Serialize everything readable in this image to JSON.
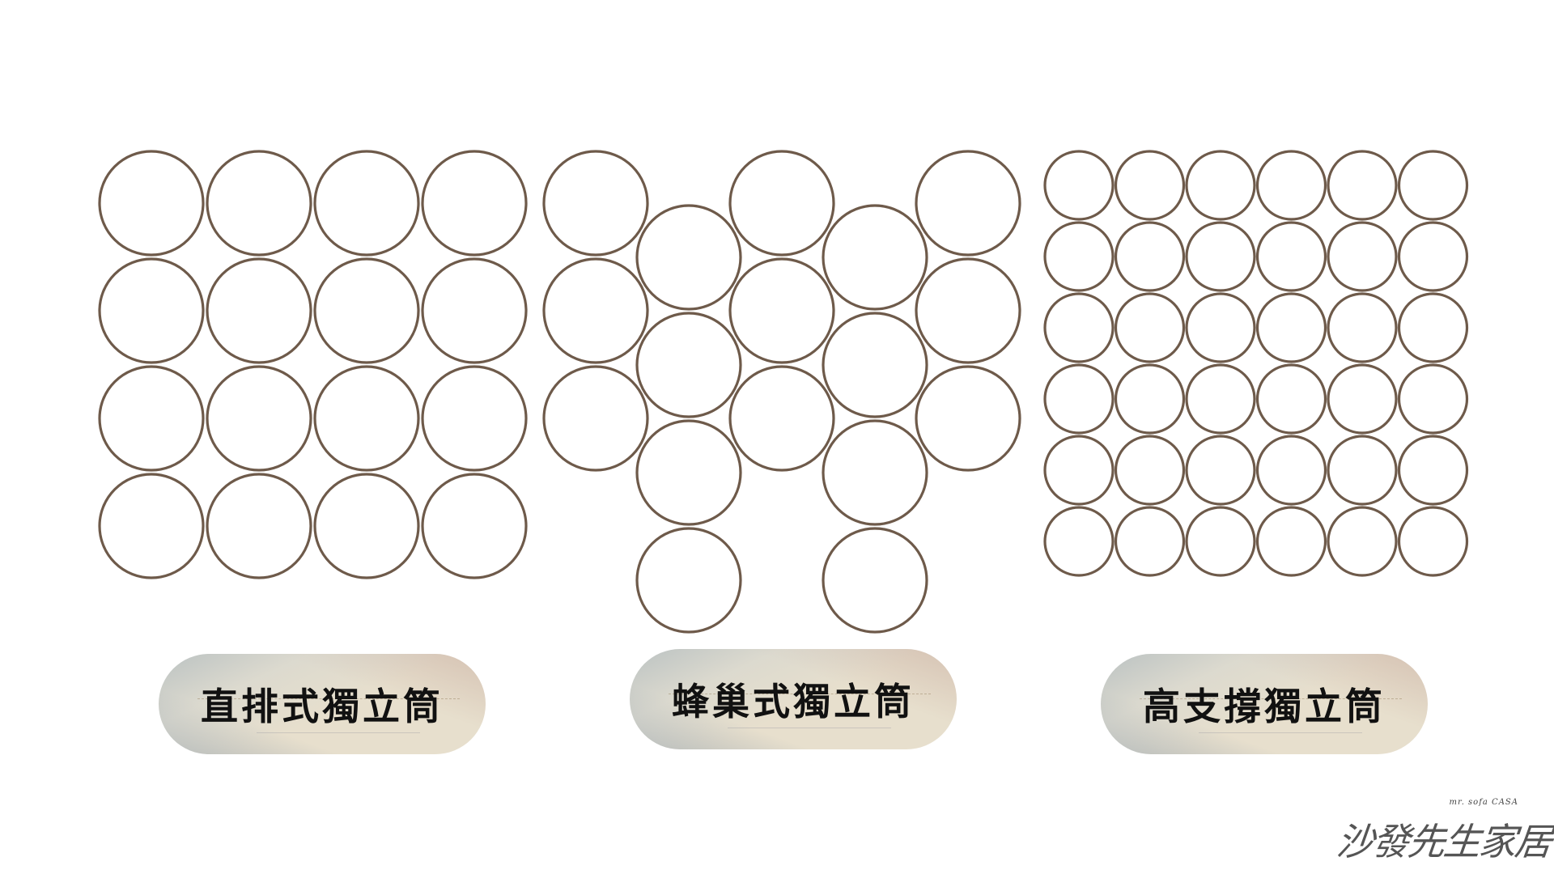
{
  "diagram": {
    "labels": {
      "straight": "直排式獨立筒",
      "honeycomb": "蜂巢式獨立筒",
      "high_support": "高支撐獨立筒"
    },
    "arrangements": {
      "straight": {
        "rows": 4,
        "cols": 4
      },
      "honeycomb": {
        "columns": 5,
        "circles_per_column": [
          3,
          4,
          3,
          4,
          3
        ]
      },
      "high_support": {
        "rows": 6,
        "cols": 6
      }
    },
    "stroke_color": "#6e5a4a"
  },
  "brand": {
    "tagline": "mr. sofa CASA",
    "name": "沙發先生家居"
  }
}
